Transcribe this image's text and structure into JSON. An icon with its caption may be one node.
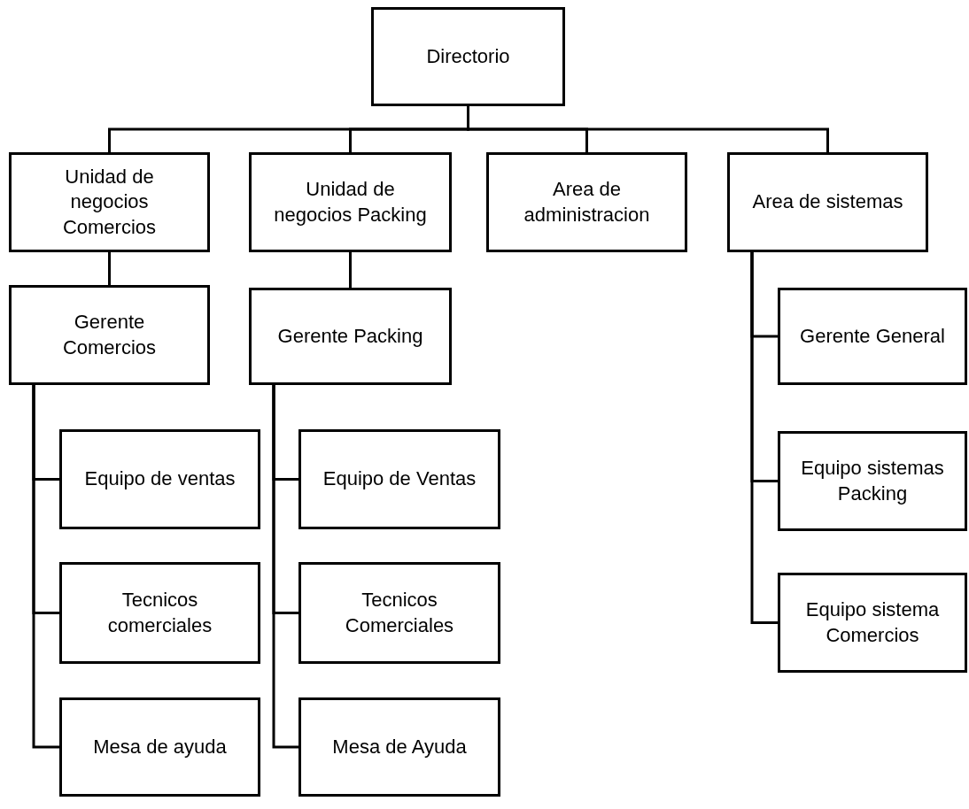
{
  "diagram": {
    "nodes": [
      {
        "text": [
          "Directorio"
        ]
      },
      {
        "text": [
          "Unidad de negocios Comercios"
        ]
      },
      {
        "text": [
          "Unidad de negocios Packing"
        ]
      },
      {
        "text": [
          "Area de administracion"
        ]
      },
      {
        "text": [
          "Area de sistemas"
        ]
      },
      {
        "text": [
          "Gerente Comercios"
        ]
      },
      {
        "text": [
          "Gerente Packing"
        ]
      },
      {
        "text": [
          "Gerente General"
        ]
      },
      {
        "text": [
          "Equipo de ventas"
        ]
      },
      {
        "text": [
          "Equipo de Ventas"
        ]
      },
      {
        "text": [
          "Equipo sistemas Packing"
        ]
      },
      {
        "text": [
          "Tecnicos comerciales"
        ]
      },
      {
        "text": [
          "Tecnicos Comerciales"
        ]
      },
      {
        "text": [
          "Equipo sistema Comercios"
        ]
      },
      {
        "text": [
          "Mesa de ayuda"
        ]
      },
      {
        "text": [
          "Mesa de Ayuda"
        ]
      }
    ],
    "edges": [
      {
        "from": 0,
        "to": 1,
        "arrow": "none"
      },
      {
        "from": 0,
        "to": 2,
        "arrow": "none"
      },
      {
        "from": 0,
        "to": 3,
        "arrow": "none"
      },
      {
        "from": 0,
        "to": 4,
        "arrow": "none"
      },
      {
        "from": 1,
        "to": 5,
        "arrow": "none"
      },
      {
        "from": 2,
        "to": 6,
        "arrow": "none"
      },
      {
        "from": 4,
        "to": 7,
        "arrow": "none"
      },
      {
        "from": 4,
        "to": 10,
        "arrow": "none"
      },
      {
        "from": 4,
        "to": 13,
        "arrow": "none"
      },
      {
        "from": 5,
        "to": 8,
        "arrow": "none"
      },
      {
        "from": 5,
        "to": 11,
        "arrow": "none"
      },
      {
        "from": 5,
        "to": 14,
        "arrow": "none"
      },
      {
        "from": 6,
        "to": 9,
        "arrow": "none"
      },
      {
        "from": 6,
        "to": 12,
        "arrow": "none"
      },
      {
        "from": 6,
        "to": 15,
        "arrow": "none"
      }
    ]
  }
}
